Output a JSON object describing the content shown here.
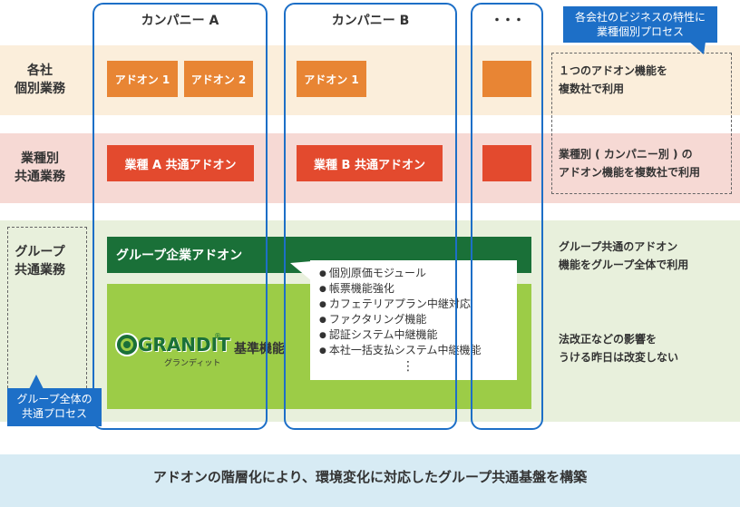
{
  "columns": [
    {
      "title": "カンパニー A"
    },
    {
      "title": "カンパニー B"
    },
    {
      "title": "・・・"
    }
  ],
  "rows": {
    "individual": "各社\n個別業務",
    "industry": "業種別\n共通業務",
    "group": "グループ\n共通業務"
  },
  "addons": {
    "a1": "アドオン 1",
    "a2": "アドオン 2",
    "b1": "アドオン 1",
    "industry_a": "業種 A 共通アドオン",
    "industry_b": "業種 B 共通アドオン"
  },
  "group_addon": "グループ企業アドオン",
  "features": [
    "個別原価モジュール",
    "帳票機能強化",
    "カフェテリアプラン中継対応",
    "ファクタリング機能",
    "認証システム中継機能",
    "本社一括支払システム中継機能"
  ],
  "features_more": "⋮",
  "grandit": {
    "logo": "GRANDIT",
    "registered": "®",
    "logo_kana": "グランディット",
    "label": "基準機能"
  },
  "notes": {
    "individual": "１つのアドオン機能を\n複数社で利用",
    "industry": "業種別 ( カンパニー別 ) の\nアドオン機能を複数社で利用",
    "group": "グループ共通のアドオン\n機能をグループ全体で利用",
    "law": "法改正などの影響を\nうける昨日は改変しない"
  },
  "callouts": {
    "company": "各会社のビジネスの特性に\n業種個別プロセス",
    "group": "グループ全体の\n共通プロセス"
  },
  "footer": "アドオンの階層化により、環境変化に対応したグループ共通基盤を構築",
  "colors": {
    "blue": "#1d6fc7",
    "orange": "#e88534",
    "red": "#e34a2e",
    "dark_green": "#1a7038",
    "light_green": "#9ccc47"
  }
}
